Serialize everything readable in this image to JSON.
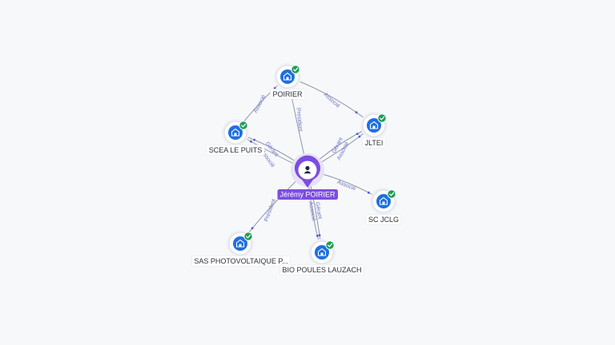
{
  "person": {
    "name": "Jérémy POIRIER",
    "icon": "person-icon",
    "color": "#7c4de0"
  },
  "companies": [
    {
      "id": "poirier",
      "label": "POIRIER",
      "icon": "company-building-icon",
      "status": "verified"
    },
    {
      "id": "scea",
      "label": "SCEA LE PUITS",
      "icon": "company-building-icon",
      "status": "verified"
    },
    {
      "id": "jltei",
      "label": "JLTEI",
      "icon": "company-building-icon",
      "status": "verified"
    },
    {
      "id": "scjclg",
      "label": "SC JCLG",
      "icon": "company-building-icon",
      "status": "verified"
    },
    {
      "id": "sas",
      "label": "SAS PHOTOVOLTAIQUE P...",
      "icon": "company-building-icon",
      "status": "verified"
    },
    {
      "id": "bio",
      "label": "BIO POULES LAUZACH",
      "icon": "company-building-icon",
      "status": "verified"
    }
  ],
  "relations": [
    {
      "from": "person",
      "to": "poirier",
      "label": "Président"
    },
    {
      "from": "scea",
      "to": "poirier",
      "label": "Associé"
    },
    {
      "from": "poirier",
      "to": "jltei",
      "label": "Associé"
    },
    {
      "from": "person",
      "to": "scea",
      "label": "Gérant"
    },
    {
      "from": "person",
      "to": "scea",
      "label": "Associé"
    },
    {
      "from": "person",
      "to": "jltei",
      "label": "Gérant"
    },
    {
      "from": "person",
      "to": "jltei",
      "label": "Associé"
    },
    {
      "from": "person",
      "to": "scjclg",
      "label": "Associé"
    },
    {
      "from": "person",
      "to": "sas",
      "label": "Président"
    },
    {
      "from": "person",
      "to": "bio",
      "label": "Gérant"
    },
    {
      "from": "person",
      "to": "bio",
      "label": "Associé"
    }
  ],
  "colors": {
    "company": "#1f6fe0",
    "verified": "#1e9e55",
    "edge": "#8f96a8",
    "edge_label": "#6a73c9"
  }
}
